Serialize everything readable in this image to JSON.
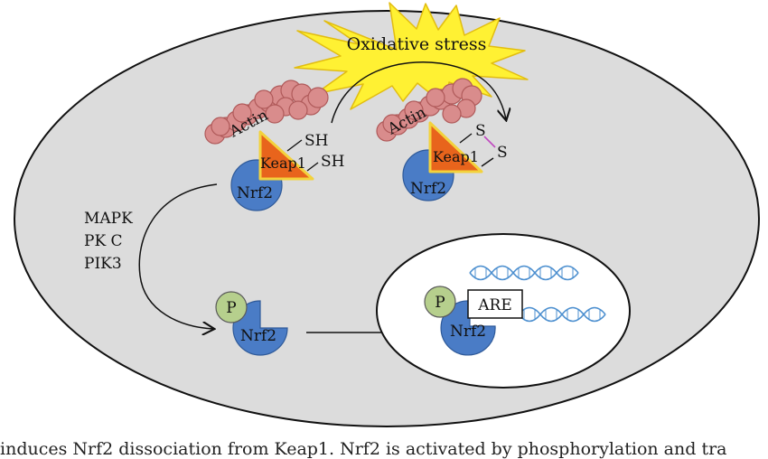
{
  "diagram": {
    "stress_label": "Oxidative stress",
    "left_complex": {
      "actin": "Actin",
      "keap1": "Keap1",
      "sh_top": "SH",
      "sh_bottom": "SH",
      "nrf2": "Nrf2"
    },
    "right_complex": {
      "actin": "Actin",
      "keap1": "Keap1",
      "s_top": "S",
      "s_bottom": "S",
      "nrf2": "Nrf2"
    },
    "kinases": [
      "MAPK",
      "PK C",
      "PIK3"
    ],
    "phospho_left": {
      "p": "P",
      "nrf2": "Nrf2"
    },
    "nucleus": {
      "p": "P",
      "nrf2": "Nrf2",
      "are": "ARE"
    }
  },
  "caption": "induces Nrf2 dissociation from Keap1. Nrf2 is activated by phosphorylation and tra",
  "colors": {
    "cell_fill": "#dcdcdc",
    "actin": "#d98c8c",
    "keap1": "#e8641c",
    "keap1_border": "#f3d23c",
    "nrf2": "#4a7cc6",
    "phospho": "#b6cf8d",
    "dna": "#4c8fcf",
    "star": "#fff133"
  }
}
